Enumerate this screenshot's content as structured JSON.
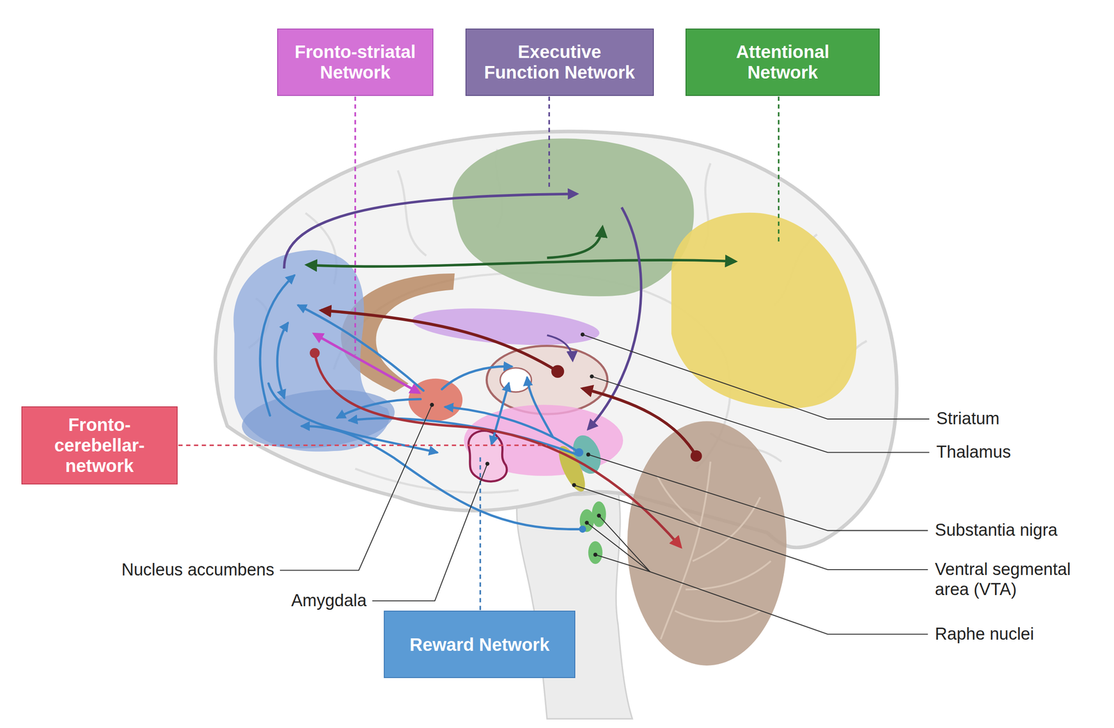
{
  "diagram": {
    "nodes": [
      {
        "text": [
          "Fronto-striatal Network"
        ]
      },
      {
        "text": [
          "Executive Function Network"
        ]
      },
      {
        "text": [
          "Attentional Network"
        ]
      },
      {
        "text": [
          "Fronto- cerebellar- network"
        ]
      },
      {
        "text": [
          "Reward Network"
        ]
      }
    ],
    "labels": [
      "Striatum",
      "Thalamus",
      "Substantia nigra",
      "Ventral segmental area (VTA)",
      "Raphe nuclei",
      "Nucleus accumbens",
      "Amygdala"
    ]
  }
}
